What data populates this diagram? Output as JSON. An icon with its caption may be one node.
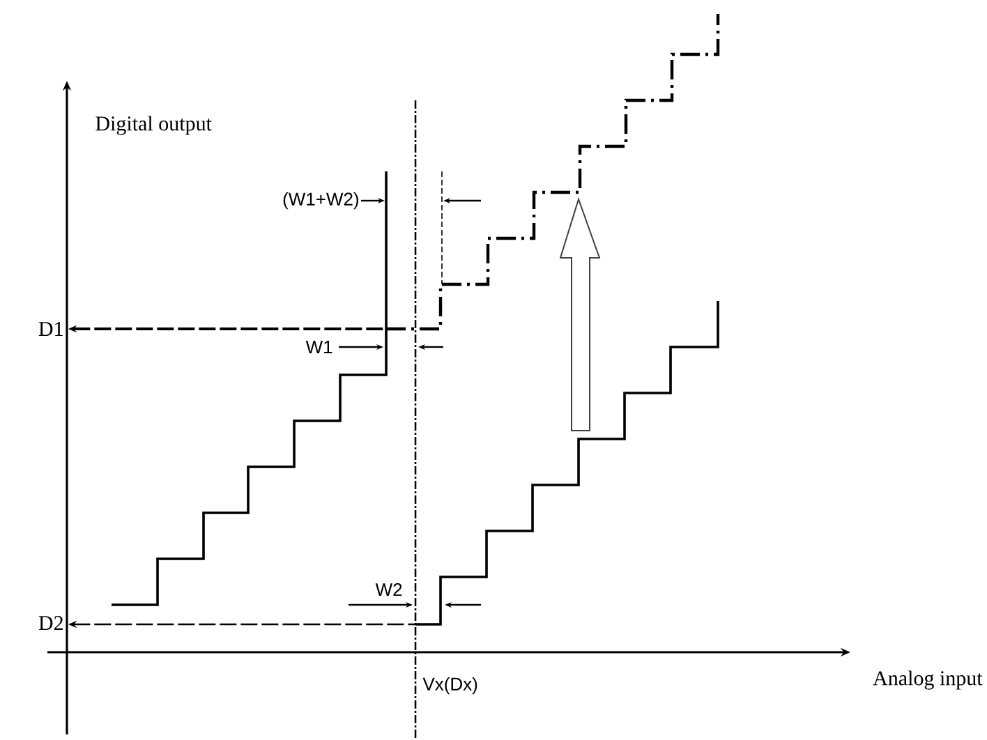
{
  "diagram": {
    "labels": [
      "Digital output",
      "(W1+W2)",
      "D1",
      "W1",
      "W2",
      "D2",
      "Vx(Dx)",
      "Analog input"
    ]
  }
}
